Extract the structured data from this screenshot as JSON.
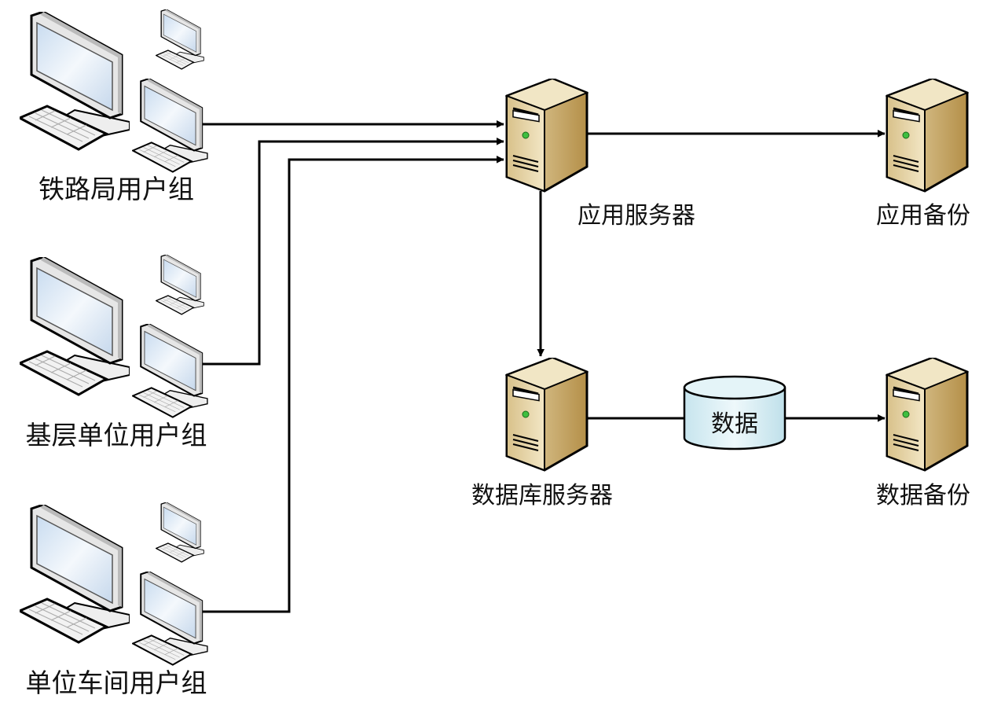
{
  "user_groups": [
    {
      "label": "铁路局用户组"
    },
    {
      "label": "基层单位用户组"
    },
    {
      "label": "单位车间用户组"
    }
  ],
  "servers": {
    "app_server": {
      "label": "应用服务器"
    },
    "app_backup": {
      "label": "应用备份"
    },
    "db_server": {
      "label": "数据库服务器"
    },
    "data_backup": {
      "label": "数据备份"
    }
  },
  "data_store": {
    "label": "数据"
  },
  "colors": {
    "server_front": "#e8d7a8",
    "server_side": "#c9a864",
    "screen": "#dbe8f5",
    "cylinder": "#d9eef3",
    "led": "#3fbf3f"
  }
}
